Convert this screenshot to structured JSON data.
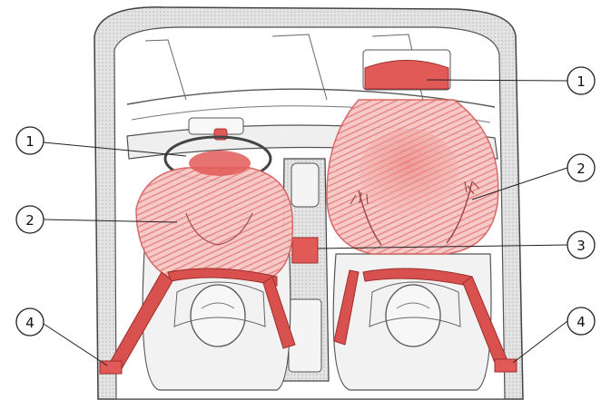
{
  "callouts": [
    {
      "id": "driver-airbag",
      "number": "1"
    },
    {
      "id": "passenger-airbag",
      "number": "1"
    },
    {
      "id": "driver-airbag-deployed",
      "number": "2"
    },
    {
      "id": "passenger-airbag-deployed",
      "number": "2"
    },
    {
      "id": "airbag-control-unit",
      "number": "3"
    },
    {
      "id": "driver-belt-pretensioner",
      "number": "4"
    },
    {
      "id": "passenger-belt-pretensioner",
      "number": "4"
    }
  ],
  "colors": {
    "airbag": "#e25a58",
    "airbag_light": "#f3b3b0",
    "cabin_fill": "#d7d7d7",
    "outline": "#333333"
  }
}
